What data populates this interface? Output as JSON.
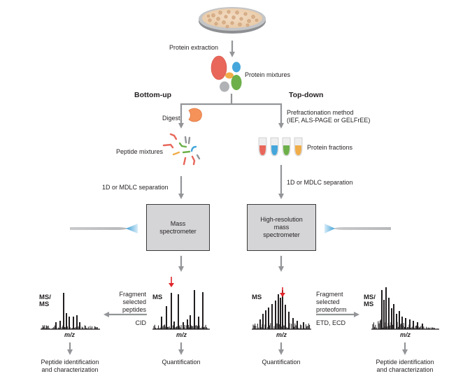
{
  "diagram": {
    "title_left": "Bottom-up",
    "title_right": "Top-down",
    "top": {
      "extraction_label": "Protein extraction",
      "mixture_label": "Protein mixtures"
    },
    "bottom_up": {
      "digest_label": "Digest",
      "peptide_label": "Peptide mixtures",
      "separation_label": "1D or MDLC separation",
      "instrument": [
        "Mass",
        "spectrometer"
      ],
      "ms_label": "MS",
      "msms_label": [
        "MS/",
        "MS"
      ],
      "mz_label": "m/z",
      "fragment_label": [
        "Fragment",
        "selected",
        "peptides"
      ],
      "method_label": "CID",
      "quant_label": "Quantification",
      "ident_label": [
        "Peptide identification",
        "and characterization"
      ]
    },
    "top_down": {
      "prefraction_label": [
        "Prefractionation method",
        "(IEF, ALS-PAGE or GELFrEE)"
      ],
      "fractions_label": "Protein fractions",
      "separation_label": "1D or MDLC separation",
      "instrument": [
        "High-resolution",
        "mass",
        "spectrometer"
      ],
      "ms_label": "MS",
      "msms_label": [
        "MS/",
        "MS"
      ],
      "mz_label": "m/z",
      "fragment_label": [
        "Fragment",
        "selected",
        "proteoform"
      ],
      "method_label": "ETD, ECD",
      "quant_label": "Quantification",
      "ident_label": [
        "Peptide identification",
        "and characterization"
      ]
    },
    "colors": {
      "arrow": "#939598",
      "red": "#e8675a",
      "blue": "#45a6db",
      "green": "#6db04a",
      "orange": "#f0ad4a",
      "gray": "#b0b2b5",
      "box_fill": "#d5d5d7",
      "selection_arrow": "#e0262a"
    }
  }
}
